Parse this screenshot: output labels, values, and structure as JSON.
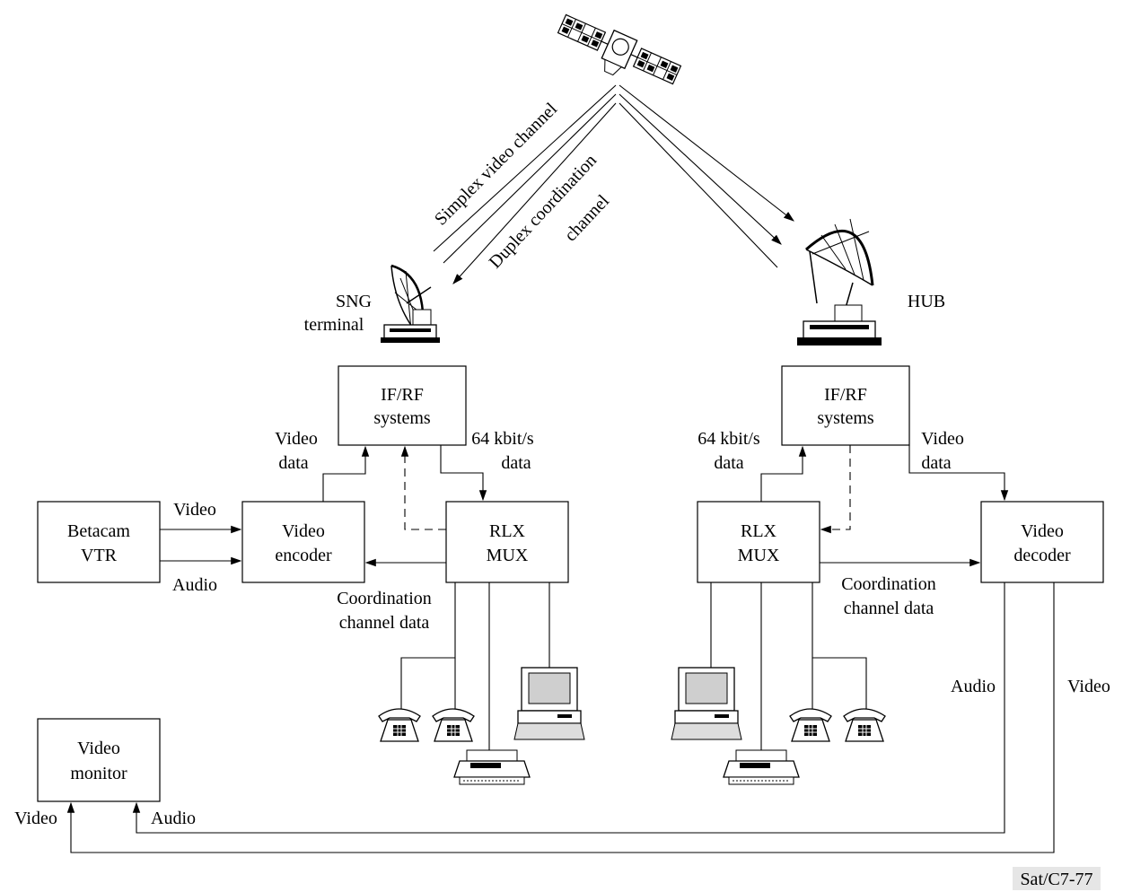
{
  "diagram": {
    "links": {
      "simplex": "Simplex video channel",
      "duplex_1": "Duplex coordination",
      "duplex_2": "channel"
    },
    "sng": {
      "label_1": "SNG",
      "label_2": "terminal"
    },
    "hub": {
      "label": "HUB"
    },
    "left": {
      "ifrf_1": "IF/RF",
      "ifrf_2": "systems",
      "betacam_1": "Betacam",
      "betacam_2": "VTR",
      "encoder_1": "Video",
      "encoder_2": "encoder",
      "mux_1": "RLX",
      "mux_2": "MUX",
      "video_data_1": "Video",
      "video_data_2": "data",
      "kbit_1": "64 kbit/s",
      "kbit_2": "data",
      "video_in": "Video",
      "audio_in": "Audio",
      "coord_1": "Coordination",
      "coord_2": "channel data"
    },
    "right": {
      "ifrf_1": "IF/RF",
      "ifrf_2": "systems",
      "mux_1": "RLX",
      "mux_2": "MUX",
      "decoder_1": "Video",
      "decoder_2": "decoder",
      "kbit_1": "64 kbit/s",
      "kbit_2": "data",
      "video_data_1": "Video",
      "video_data_2": "data",
      "coord_1": "Coordination",
      "coord_2": "channel data",
      "audio_out": "Audio",
      "video_out": "Video"
    },
    "monitor": {
      "label_1": "Video",
      "label_2": "monitor",
      "video_in": "Video",
      "audio_in": "Audio"
    },
    "figure_id": "Sat/C7-77"
  },
  "icons": [
    "satellite-icon",
    "dish-antenna-icon",
    "telephone-icon",
    "computer-terminal-icon",
    "printer-icon"
  ]
}
